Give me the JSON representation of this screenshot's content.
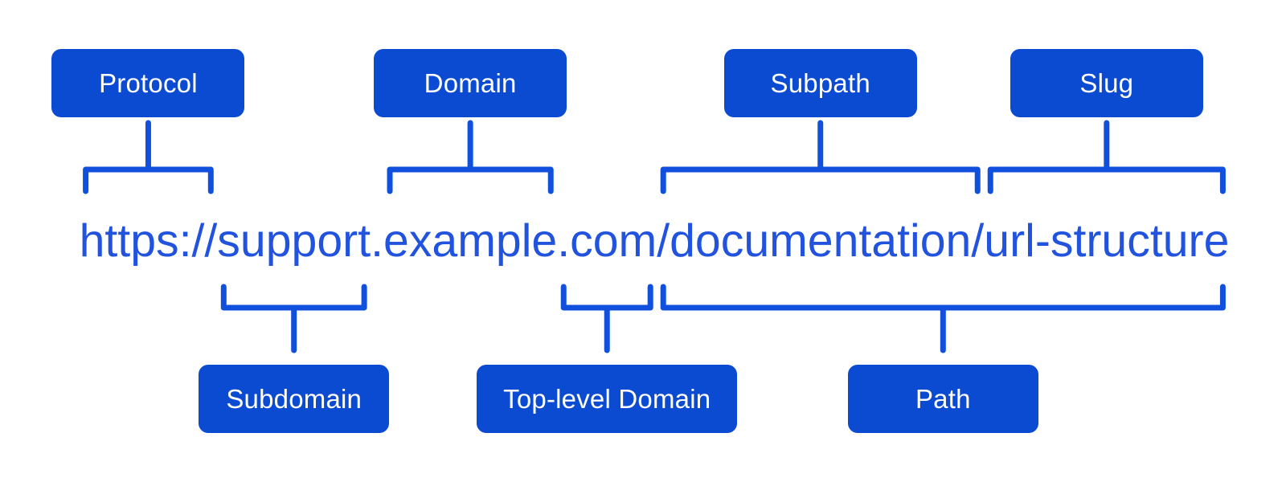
{
  "url": {
    "full": "https://support.example.com/documentation/url-structure",
    "segments": [
      {
        "id": "protocol",
        "text": "https://"
      },
      {
        "id": "subdomain",
        "text": "support"
      },
      {
        "id": "dot",
        "text": "."
      },
      {
        "id": "domain",
        "text": "example"
      },
      {
        "id": "tld",
        "text": ".com"
      },
      {
        "id": "subpath",
        "text": "/documentation/"
      },
      {
        "id": "slug",
        "text": "url-structure"
      }
    ]
  },
  "callouts": {
    "top": [
      {
        "id": "protocol",
        "label": "Protocol",
        "segments": [
          "protocol"
        ]
      },
      {
        "id": "domain",
        "label": "Domain",
        "segments": [
          "domain"
        ]
      },
      {
        "id": "subpath",
        "label": "Subpath",
        "segments": [
          "subpath"
        ]
      },
      {
        "id": "slug",
        "label": "Slug",
        "segments": [
          "slug"
        ]
      }
    ],
    "bottom": [
      {
        "id": "subdomain",
        "label": "Subdomain",
        "segments": [
          "subdomain"
        ]
      },
      {
        "id": "tld",
        "label": "Top-level Domain",
        "segments": [
          "tld"
        ]
      },
      {
        "id": "path",
        "label": "Path",
        "segments": [
          "subpath",
          "slug"
        ]
      }
    ]
  },
  "colors": {
    "box": "#0a4bd2",
    "line": "#1150dc",
    "url_text": "#2153df",
    "box_text": "#ffffff",
    "background": "#ffffff"
  }
}
